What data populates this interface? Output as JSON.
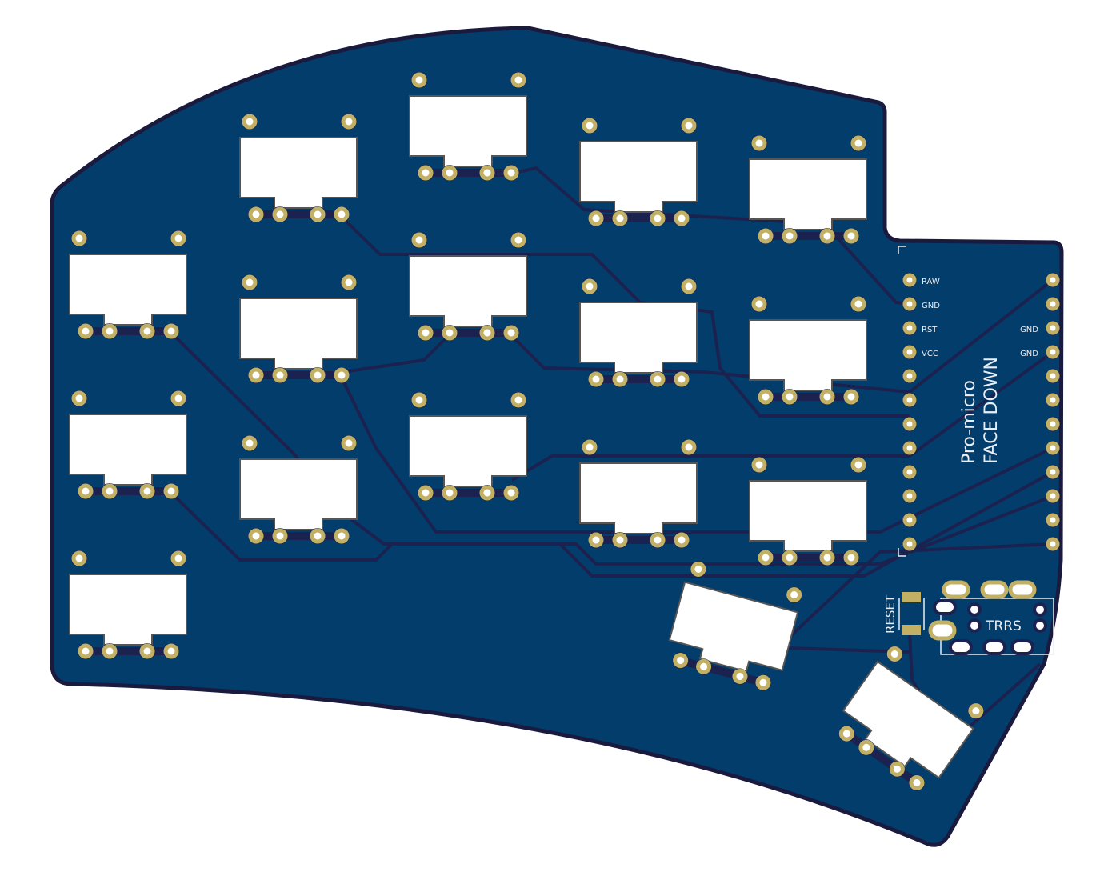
{
  "board": {
    "colors": {
      "substrate": "#033d6b",
      "edge": "#1a1a3e",
      "trace": "#1b2250",
      "pad": "#c2b065",
      "cutout": "#ffffff",
      "silk": "#e8eef4"
    }
  },
  "controller": {
    "title_line1": "Pro-micro",
    "title_line2": "FACE DOWN",
    "left_pin_labels": [
      "RAW",
      "GND",
      "RST",
      "VCC"
    ],
    "right_pin_labels": [
      "GND",
      "GND"
    ]
  },
  "reset": {
    "label": "RESET"
  },
  "jack": {
    "label": "TRRS"
  }
}
